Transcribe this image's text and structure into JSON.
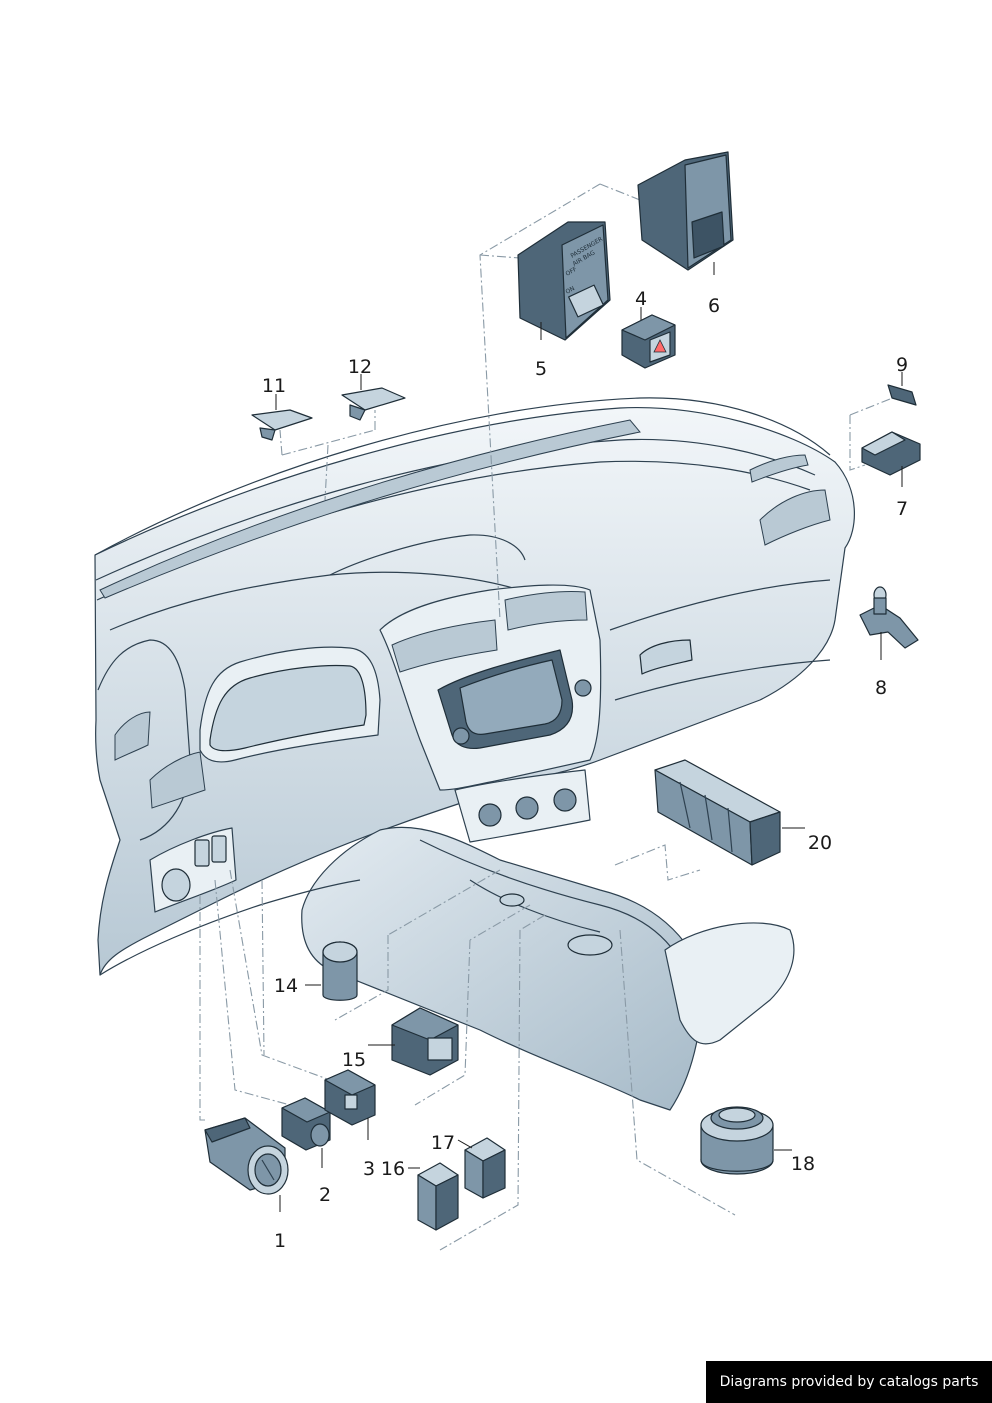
{
  "diagram": {
    "part_numbers": [
      "1",
      "2",
      "3",
      "4",
      "5",
      "6",
      "7",
      "8",
      "9",
      "11",
      "12",
      "14",
      "15",
      "16",
      "17",
      "18",
      "20"
    ],
    "airbag_panel_text": [
      "PASSENGER",
      "AIR BAG",
      "OFF",
      "ON"
    ]
  },
  "footer": {
    "label": "Diagrams provided by catalogs parts"
  }
}
